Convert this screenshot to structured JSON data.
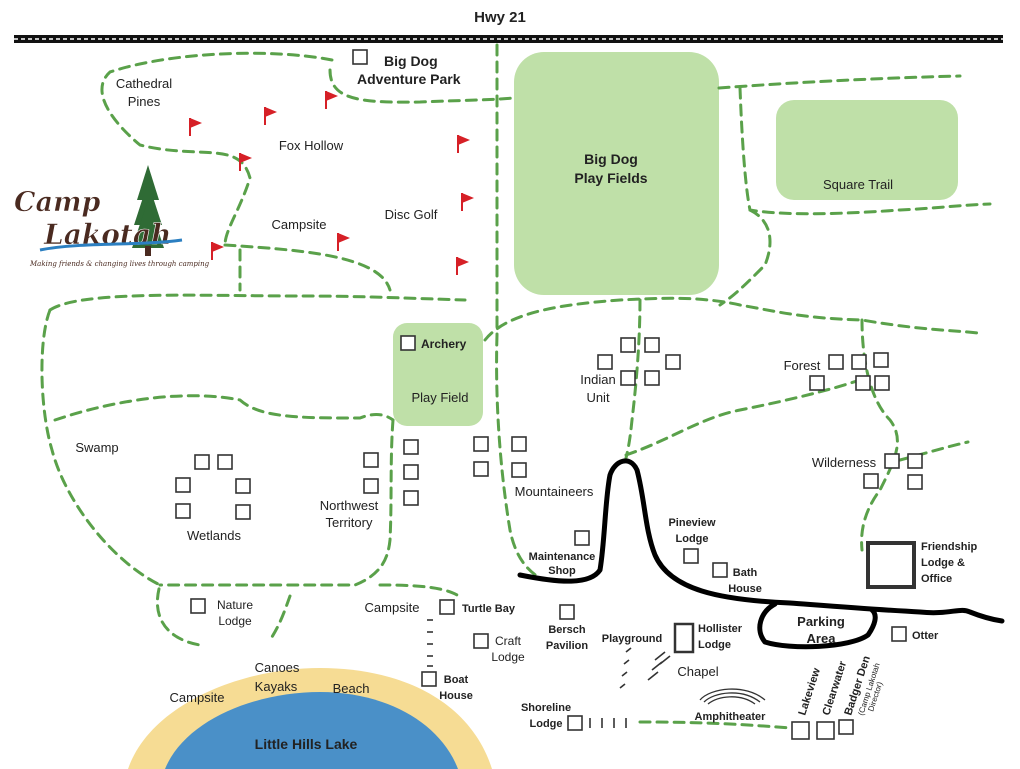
{
  "header": {
    "highway": "Hwy 21"
  },
  "logo": {
    "line1": "Camp",
    "line2": "Lakotah",
    "tagline": "Making friends & changing lives through camping"
  },
  "fields": {
    "big_dog_line1": "Big Dog",
    "big_dog_line2": "Play Fields",
    "square_trail": "Square Trail",
    "play_field": "Play Field"
  },
  "lake": {
    "name": "Little Hills Lake"
  },
  "labels": {
    "big_dog_adventure_1": "Big Dog",
    "big_dog_adventure_2": "Adventure Park",
    "cathedral_1": "Cathedral",
    "cathedral_2": "Pines",
    "fox_hollow": "Fox Hollow",
    "campsite_north": "Campsite",
    "disc_golf": "Disc Golf",
    "archery": "Archery",
    "indian_1": "Indian",
    "indian_2": "Unit",
    "forest": "Forest",
    "wilderness": "Wilderness",
    "swamp": "Swamp",
    "wetlands": "Wetlands",
    "northwest_1": "Northwest",
    "northwest_2": "Territory",
    "mountaineers": "Mountaineers",
    "maintenance_1": "Maintenance",
    "maintenance_2": "Shop",
    "pineview_1": "Pineview",
    "pineview_2": "Lodge",
    "bath_1": "Bath",
    "bath_2": "House",
    "friendship_1": "Friendship",
    "friendship_2": "Lodge &",
    "friendship_3": "Office",
    "nature_1": "Nature",
    "nature_2": "Lodge",
    "campsite_south": "Campsite",
    "turtle_bay": "Turtle Bay",
    "craft_1": "Craft",
    "craft_2": "Lodge",
    "bersch_1": "Bersch",
    "bersch_2": "Pavilion",
    "playground": "Playground",
    "hollister_1": "Hollister",
    "hollister_2": "Lodge",
    "parking_1": "Parking",
    "parking_2": "Area",
    "otter": "Otter",
    "chapel": "Chapel",
    "boat_1": "Boat",
    "boat_2": "House",
    "canoes": "Canoes",
    "kayaks": "Kayaks",
    "beach": "Beach",
    "campsite_lake": "Campsite",
    "shoreline_1": "Shoreline",
    "shoreline_2": "Lodge",
    "amphitheater": "Amphitheater",
    "lakeview": "Lakeview",
    "clearwater": "Clearwater",
    "badger_den": "Badger Den",
    "badger_sub_1": "(Camp Lakotah",
    "badger_sub_2": "Director)"
  },
  "colors": {
    "field_green": "#bfe0a8",
    "trail_green": "#5aa14a",
    "flag_red": "#d62027",
    "lake_blue": "#4a90c8",
    "beach_sand": "#f6dc94",
    "logo_brown": "#4a2a20"
  }
}
